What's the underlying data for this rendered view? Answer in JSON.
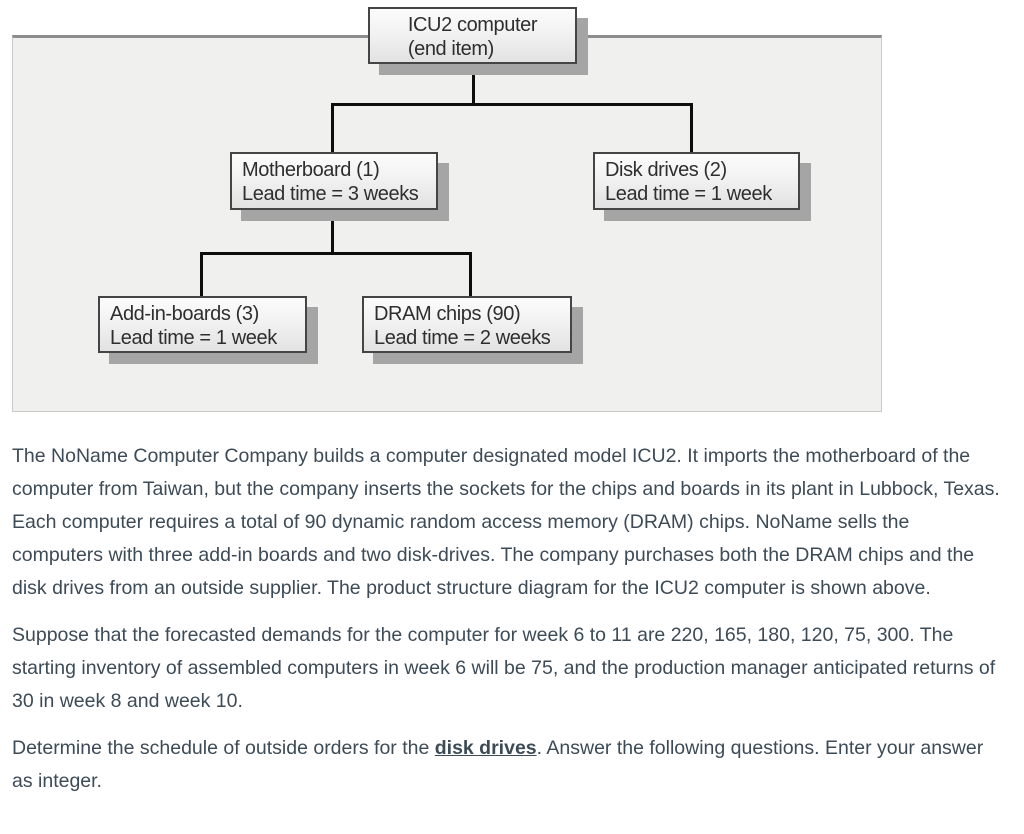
{
  "diagram": {
    "description": "Product structure diagram for the ICU2 computer",
    "nodes": [
      {
        "id": "icu2",
        "line1": "ICU2 computer",
        "line2": "(end item)"
      },
      {
        "id": "motherboard",
        "line1": "Motherboard (1)",
        "line2": "Lead time = 3 weeks"
      },
      {
        "id": "disk-drives",
        "line1": "Disk drives (2)",
        "line2": "Lead time = 1 week"
      },
      {
        "id": "add-in-boards",
        "line1": "Add-in-boards (3)",
        "line2": "Lead time = 1 week"
      },
      {
        "id": "dram-chips",
        "line1": "DRAM chips (90)",
        "line2": "Lead time = 2 weeks"
      }
    ],
    "edges": [
      {
        "from": "icu2",
        "to": "motherboard"
      },
      {
        "from": "icu2",
        "to": "disk-drives"
      },
      {
        "from": "motherboard",
        "to": "add-in-boards"
      },
      {
        "from": "motherboard",
        "to": "dram-chips"
      }
    ]
  },
  "paragraphs": {
    "p1": "The NoName Computer Company builds a computer designated model ICU2. It imports the motherboard of the computer from Taiwan, but the company inserts the sockets for the chips and boards in its plant in Lubbock, Texas. Each computer requires a total of 90 dynamic random access memory (DRAM) chips. NoName sells the computers with three add-in boards and two disk-drives. The company purchases both the DRAM chips and the disk drives from an outside supplier. The product structure diagram for the ICU2 computer is shown above.",
    "p2": "Suppose that the forecasted demands for the computer for week 6 to 11 are 220, 165, 180, 120, 75, 300. The starting inventory of assembled computers in week 6 will be 75, and the production manager anticipated returns of 30 in week 8 and week 10.",
    "p3_before": "Determine the schedule of outside orders for the ",
    "p3_emphasis": "disk drives",
    "p3_after": ". Answer the following questions. Enter your answer as integer."
  },
  "colors": {
    "panel_background": "#f0f0ef",
    "panel_border": "#c9c9c9",
    "panel_top_border": "#8d8d8d",
    "node_border": "#454545",
    "node_shadow": "#a5a5a5",
    "connector": "#0d0d0d",
    "body_text": "#3d4b57"
  }
}
